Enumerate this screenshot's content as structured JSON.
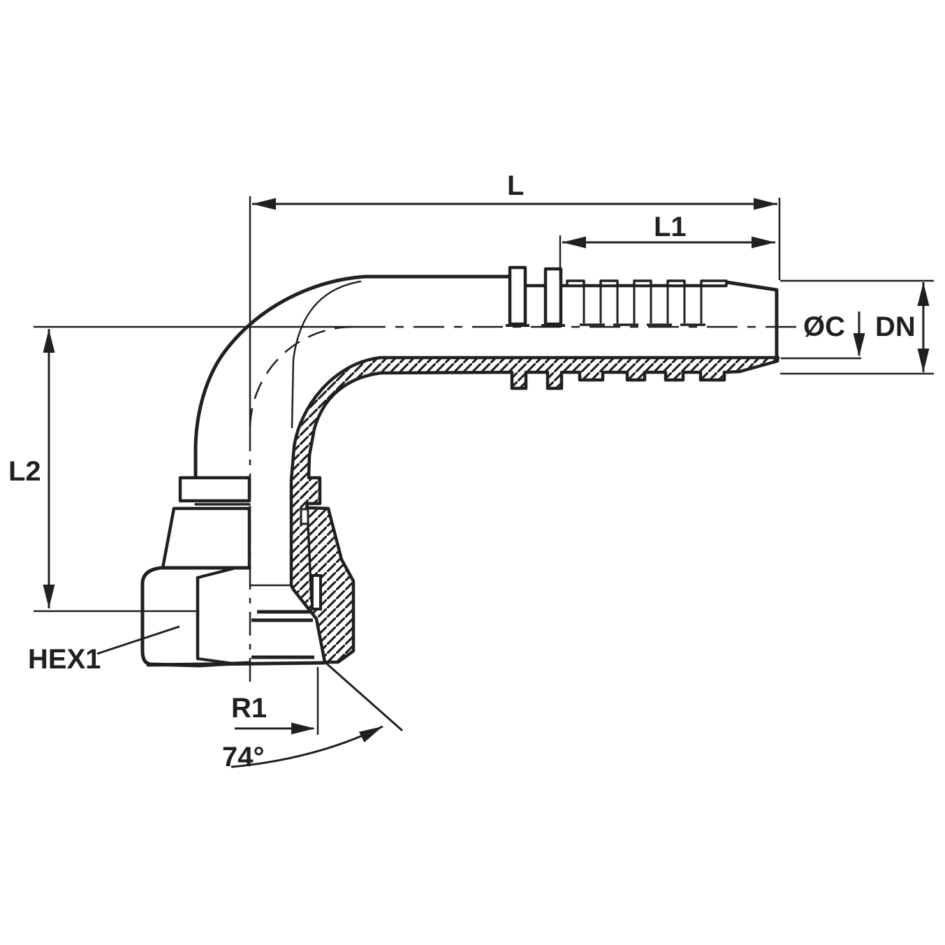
{
  "drawing": {
    "background": "#ffffff",
    "line_color": "#231f20",
    "labels": {
      "l": "L",
      "l1": "L1",
      "l2": "L2",
      "oc": "ØC",
      "dn": "DN",
      "hex1": "HEX1",
      "r1": "R1",
      "angle": "74°"
    }
  }
}
